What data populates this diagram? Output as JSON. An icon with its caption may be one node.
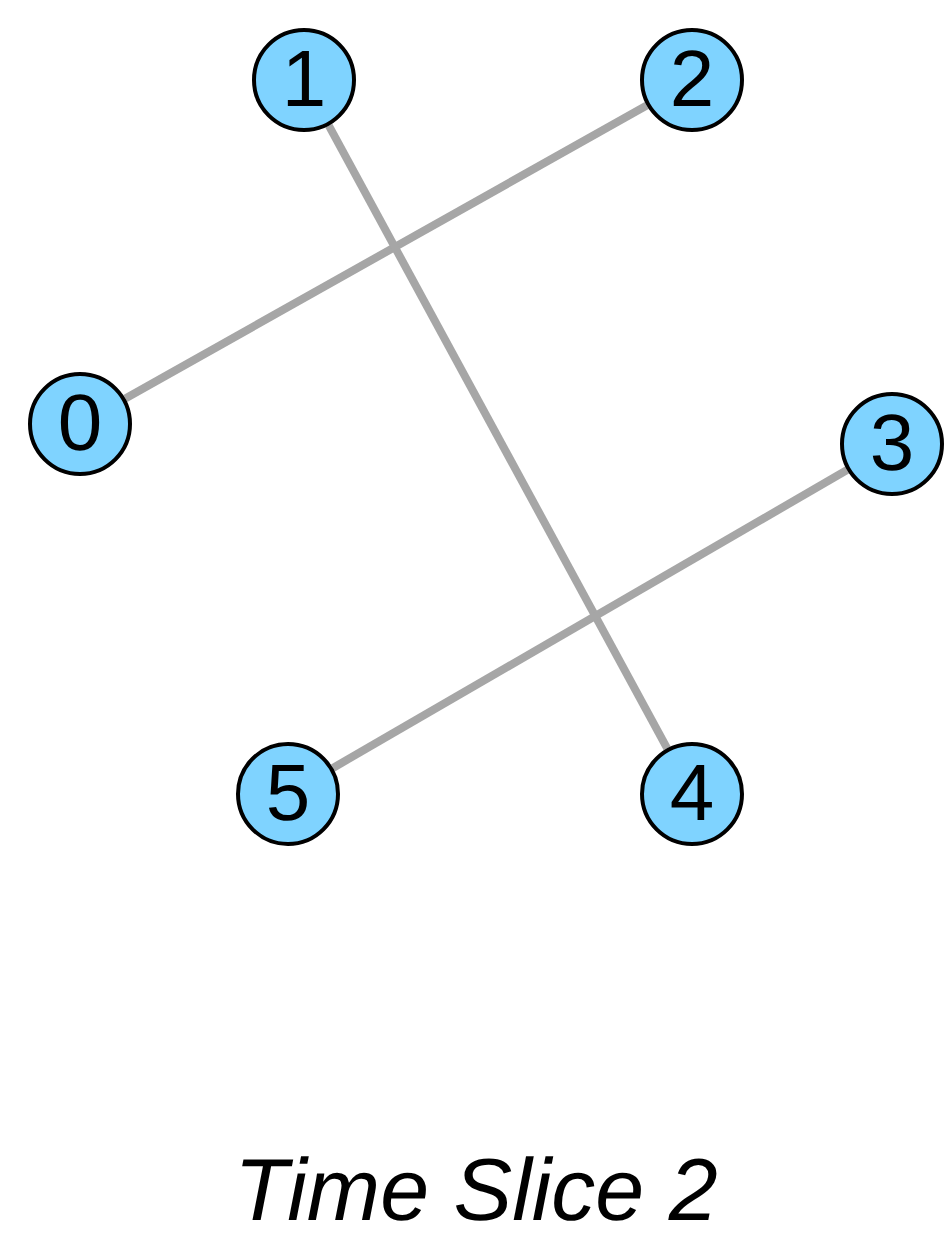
{
  "diagram": {
    "caption": "Time Slice 2",
    "nodes": [
      {
        "text": [
          "1"
        ]
      },
      {
        "text": [
          "2"
        ]
      },
      {
        "text": [
          "0"
        ]
      },
      {
        "text": [
          "3"
        ]
      },
      {
        "text": [
          "5"
        ]
      },
      {
        "text": [
          "4"
        ]
      }
    ],
    "edges": [
      {
        "from": 2,
        "to": 1,
        "arrow": "none"
      },
      {
        "from": 0,
        "to": 5,
        "arrow": "none"
      },
      {
        "from": 4,
        "to": 3,
        "arrow": "none"
      }
    ]
  }
}
